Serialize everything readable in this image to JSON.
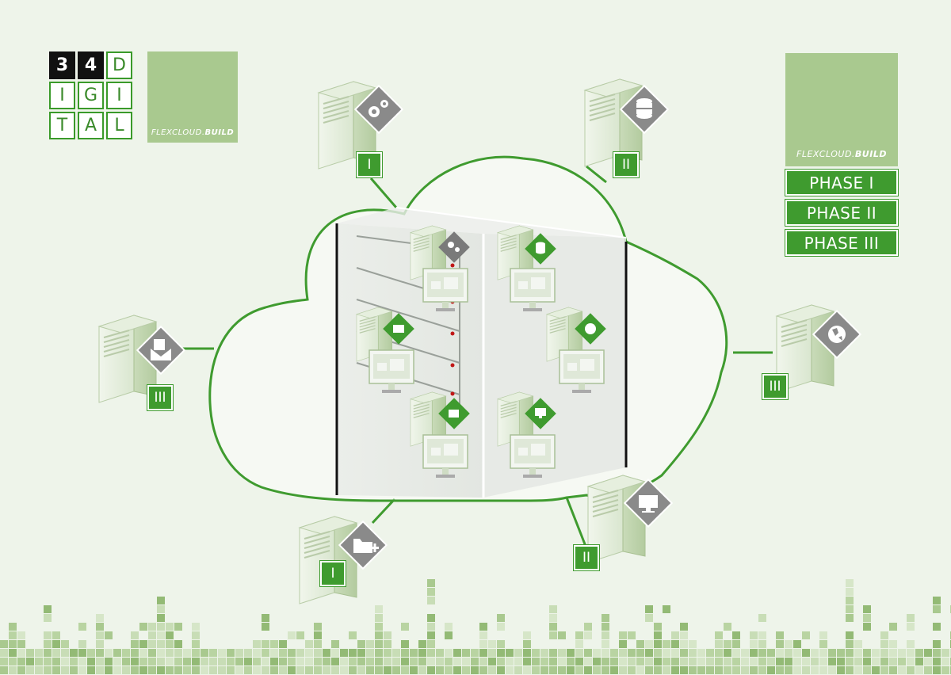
{
  "logo": {
    "cells": [
      "3",
      "4",
      "D",
      "I",
      "G",
      "I",
      "T",
      "A",
      "L"
    ]
  },
  "brand": {
    "prefix": "FLEXCLOUD.",
    "suffix": "BUILD"
  },
  "phases": [
    {
      "label": "PHASE I"
    },
    {
      "label": "PHASE II"
    },
    {
      "label": "PHASE III"
    }
  ],
  "server_tags": {
    "top_left": "I",
    "top_right": "II",
    "left": "III",
    "right": "III",
    "bottom_left": "I",
    "bottom_right": "II"
  },
  "colors": {
    "brand_green": "#3f9b2f",
    "light_green": "#a9c98f",
    "background": "#eef4ea",
    "badge_gray": "#8a8a8a"
  },
  "icons": {
    "top_left": "gears-icon",
    "top_right": "database-icon",
    "left": "mail-icon",
    "right": "globe-icon",
    "bottom_left": "folder-add-icon",
    "bottom_right": "monitor-icon"
  }
}
